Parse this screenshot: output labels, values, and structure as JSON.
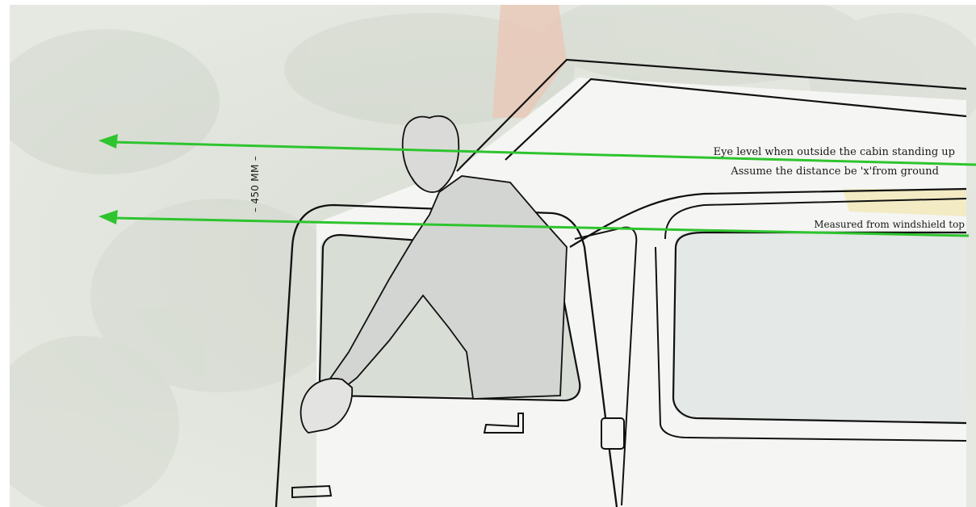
{
  "annotations": {
    "eye_level_label": "Eye level when outside the cabin standing up",
    "distance_label": "Assume the distance be 'x'from ground",
    "windshield_label": "Measured from windshield top",
    "dimension_label": "– 450 MM –"
  },
  "colors": {
    "arrow": "#2ec42e",
    "outline": "#111111",
    "background_tint": "#e8ebe4"
  }
}
